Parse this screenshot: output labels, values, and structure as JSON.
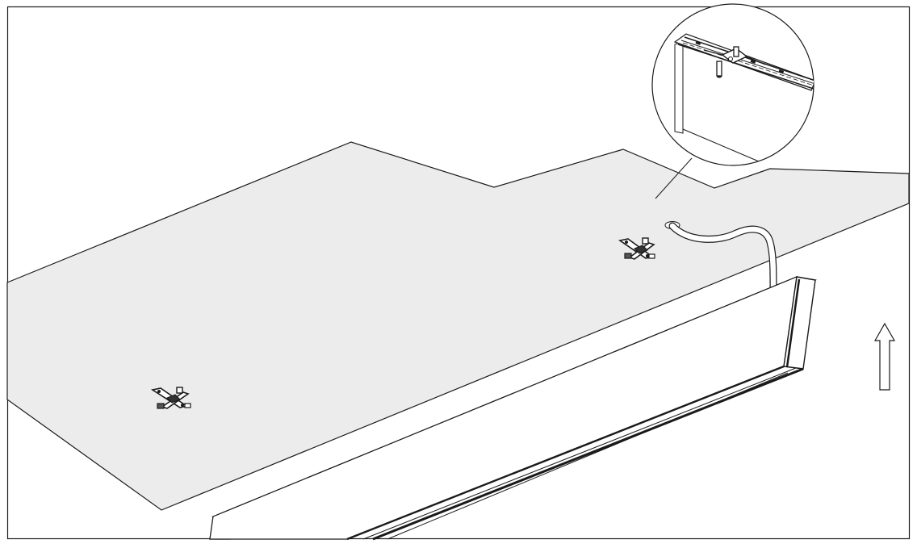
{
  "diagram": {
    "kind": "installation-illustration",
    "parts": {
      "ceiling": "ceiling-surface",
      "clips": [
        "mounting-clip-left",
        "mounting-clip-right"
      ],
      "cable": "power-cable",
      "fixture": "linear-light-fixture",
      "detail": "clip-engagement-detail",
      "direction": "lift-up-arrow"
    },
    "colors": {
      "ceiling_fill": "#ececec",
      "line": "#1a1a1a",
      "background": "#ffffff"
    }
  }
}
